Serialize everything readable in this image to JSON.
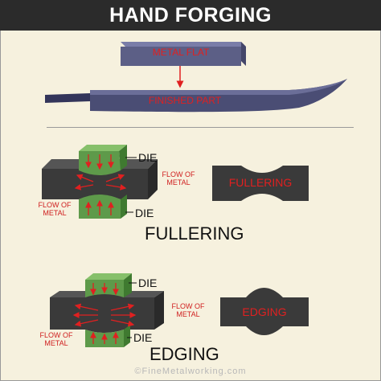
{
  "title": "HAND FORGING",
  "top_section": {
    "metal_flat_label": "METAL FLAT",
    "finished_part_label": "FINISHED PART"
  },
  "fullering": {
    "die_top_label": "DIE",
    "die_bottom_label": "DIE",
    "flow_right_label": "FLOW OF METAL",
    "flow_left_label": "FLOW OF METAL",
    "result_label": "FULLERING",
    "caption": "FULLERING"
  },
  "edging": {
    "die_top_label": "DIE",
    "die_bottom_label": "DIE",
    "flow_right_label": "FLOW OF METAL",
    "flow_left_label": "FLOW OF METAL",
    "result_label": "EDGING",
    "caption": "EDGING"
  },
  "credit": "©FineMetalworking.com",
  "colors": {
    "background": "#f6f1de",
    "header": "#2b2b2b",
    "bar_blue": "#5c5f86",
    "die_green": "#5e9a4a",
    "metal_dark": "#3a3a3a",
    "arrow_red": "#e02020"
  }
}
